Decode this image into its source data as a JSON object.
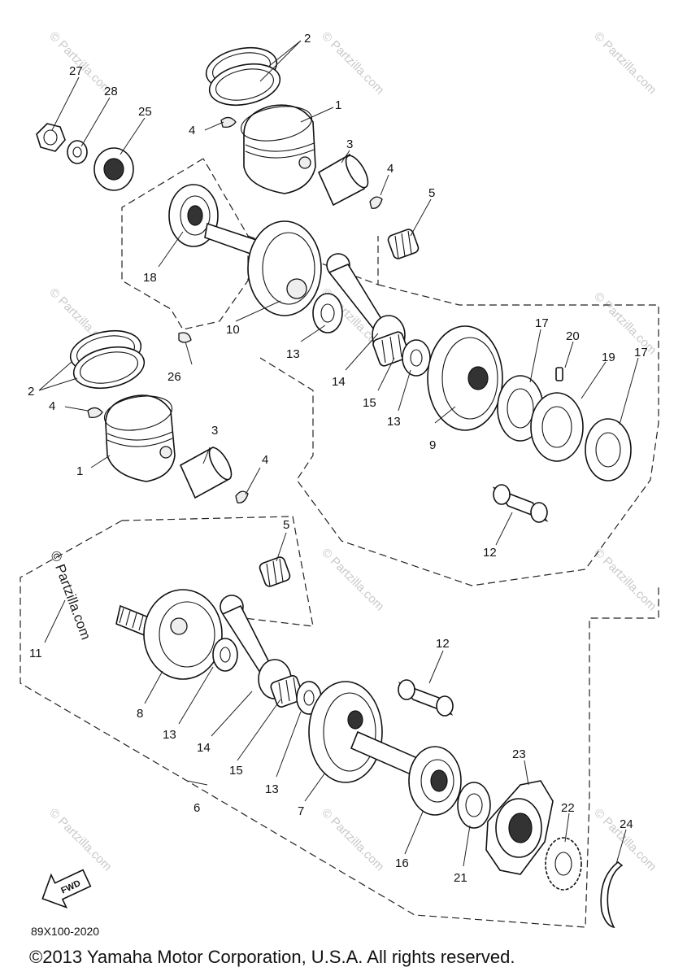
{
  "callouts": [
    {
      "id": "c1",
      "text": "1"
    },
    {
      "id": "c2",
      "text": "2"
    },
    {
      "id": "c3",
      "text": "3"
    },
    {
      "id": "c4",
      "text": "4"
    },
    {
      "id": "c5",
      "text": "5"
    },
    {
      "id": "c6",
      "text": "6"
    },
    {
      "id": "c7",
      "text": "7"
    },
    {
      "id": "c8",
      "text": "8"
    },
    {
      "id": "c9",
      "text": "9"
    },
    {
      "id": "c10",
      "text": "10"
    },
    {
      "id": "c11",
      "text": "11"
    },
    {
      "id": "c12",
      "text": "12"
    },
    {
      "id": "c13",
      "text": "13"
    },
    {
      "id": "c14",
      "text": "14"
    },
    {
      "id": "c15",
      "text": "15"
    },
    {
      "id": "c16",
      "text": "16"
    },
    {
      "id": "c17",
      "text": "17"
    },
    {
      "id": "c18",
      "text": "18"
    },
    {
      "id": "c19",
      "text": "19"
    },
    {
      "id": "c20",
      "text": "20"
    },
    {
      "id": "c21",
      "text": "21"
    },
    {
      "id": "c22",
      "text": "22"
    },
    {
      "id": "c23",
      "text": "23"
    },
    {
      "id": "c24",
      "text": "24"
    },
    {
      "id": "c25",
      "text": "25"
    },
    {
      "id": "c26",
      "text": "26"
    },
    {
      "id": "c27",
      "text": "27"
    },
    {
      "id": "c28",
      "text": "28"
    }
  ],
  "fwd_arrow_label": "FWD",
  "diagram_code": "89X100-2020",
  "watermark": "© Partzilla.com",
  "copyright": "©2013 Yamaha Motor Corporation, U.S.A. All rights reserved.",
  "colors": {
    "ink": "#111111",
    "watermark": "#c9c9c9",
    "background": "#ffffff"
  }
}
